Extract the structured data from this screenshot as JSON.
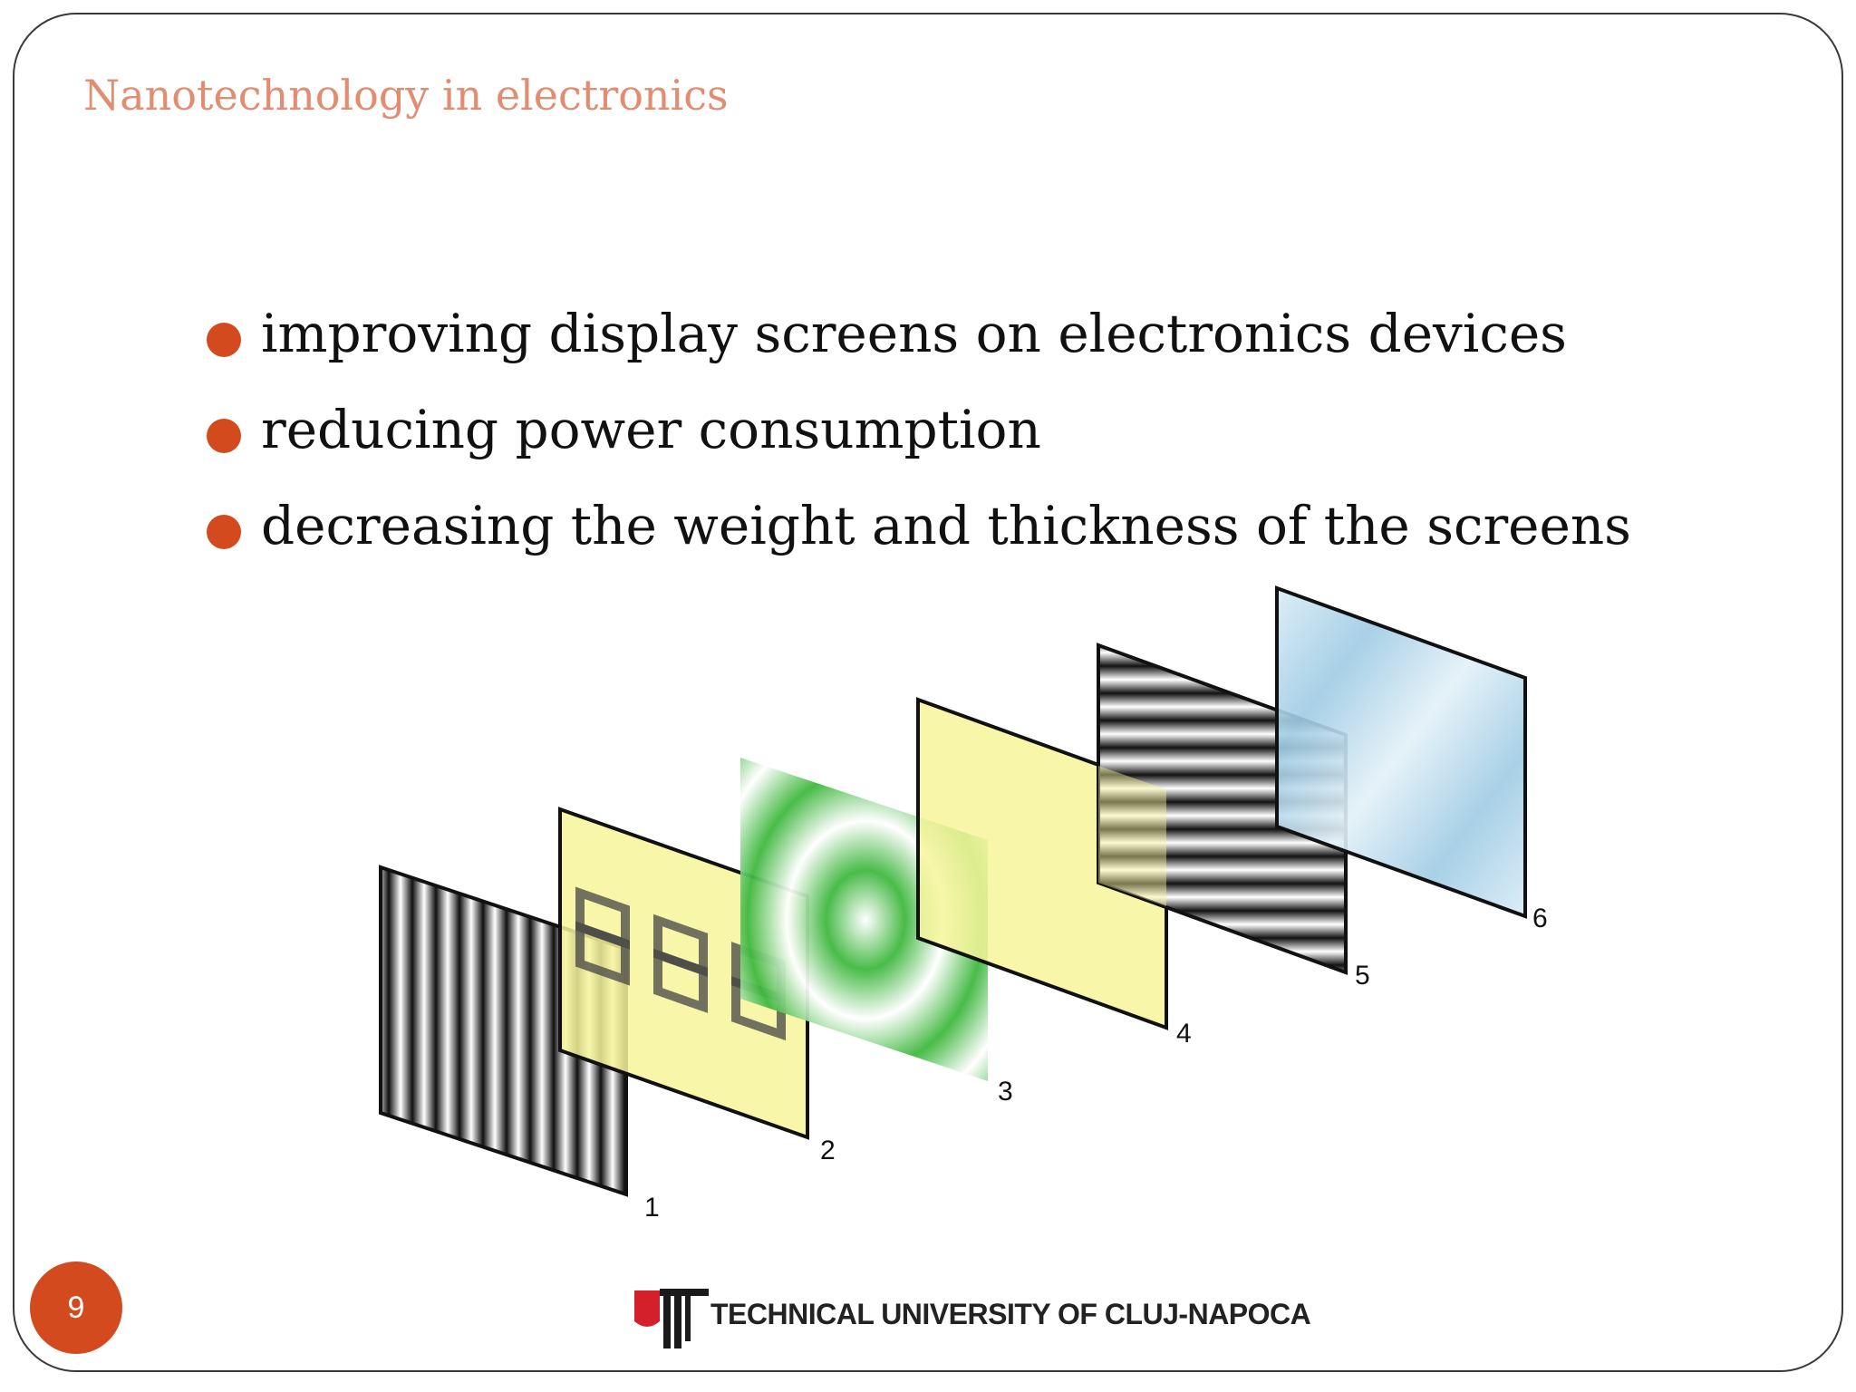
{
  "slide": {
    "title": "Nanotechnology in electronics",
    "bullets": [
      "improving display screens on electronics devices",
      "reducing power consumption",
      "decreasing the weight and thickness of the screens"
    ],
    "slide_number": "9",
    "footer": {
      "institution": "TECHNICAL UNIVERSITY OF CLUJ-NAPOCA"
    }
  },
  "diagram": {
    "layer_labels": [
      "1",
      "2",
      "3",
      "4",
      "5",
      "6"
    ],
    "digits_on_layer_2": "888"
  },
  "colors": {
    "title": "#e28d70",
    "accent": "#d44a1f",
    "lcd_yellow": "#f6f59a",
    "green": "#3fb83f",
    "glass_blue": "#a6cfe6"
  }
}
